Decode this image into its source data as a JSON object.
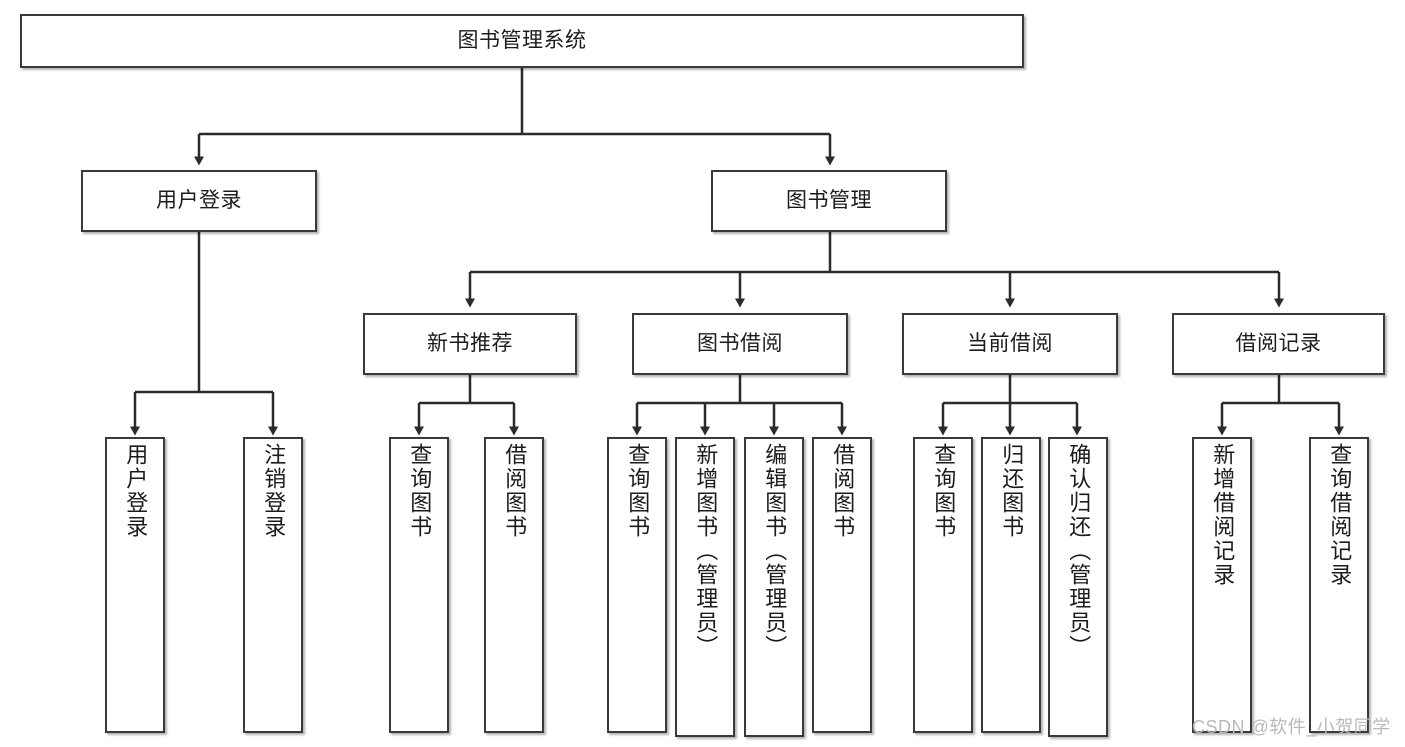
{
  "diagram": {
    "title": "图书管理系统",
    "type": "tree-hierarchy",
    "colors": {
      "box_border": "#3a3a3a",
      "box_fill": "#ffffff",
      "edge": "#2b2b2b",
      "text": "#1c1c1c",
      "watermark": "#b9b9b9"
    },
    "root": {
      "label": "图书管理系统"
    },
    "level1": [
      {
        "id": "user-login",
        "label": "用户登录"
      },
      {
        "id": "book-management",
        "label": "图书管理"
      }
    ],
    "level2": [
      {
        "id": "new-book-recommend",
        "label": "新书推荐",
        "parent": "book-management"
      },
      {
        "id": "book-borrow",
        "label": "图书借阅",
        "parent": "book-management"
      },
      {
        "id": "current-borrow",
        "label": "当前借阅",
        "parent": "book-management"
      },
      {
        "id": "borrow-record",
        "label": "借阅记录",
        "parent": "book-management"
      }
    ],
    "leaves": [
      {
        "id": "leaf-user-login",
        "label": "用户登录",
        "parent": "user-login"
      },
      {
        "id": "leaf-logout-login",
        "label": "注销登录",
        "parent": "user-login"
      },
      {
        "id": "leaf-query-book-1",
        "label": "查询图书",
        "parent": "new-book-recommend"
      },
      {
        "id": "leaf-borrow-book-1",
        "label": "借阅图书",
        "parent": "new-book-recommend"
      },
      {
        "id": "leaf-query-book-2",
        "label": "查询图书",
        "parent": "book-borrow"
      },
      {
        "id": "leaf-add-book",
        "label": "新增图书（管理员）",
        "parent": "book-borrow"
      },
      {
        "id": "leaf-edit-book",
        "label": "编辑图书（管理员）",
        "parent": "book-borrow"
      },
      {
        "id": "leaf-borrow-book-2",
        "label": "借阅图书",
        "parent": "book-borrow"
      },
      {
        "id": "leaf-query-book-3",
        "label": "查询图书",
        "parent": "current-borrow"
      },
      {
        "id": "leaf-return-book",
        "label": "归还图书",
        "parent": "current-borrow"
      },
      {
        "id": "leaf-confirm-return",
        "label": "确认归还（管理员）",
        "parent": "current-borrow"
      },
      {
        "id": "leaf-add-record",
        "label": "新增借阅记录",
        "parent": "borrow-record"
      },
      {
        "id": "leaf-query-record",
        "label": "查询借阅记录",
        "parent": "borrow-record"
      }
    ],
    "watermark": "CSDN @软件_小贺同学"
  }
}
